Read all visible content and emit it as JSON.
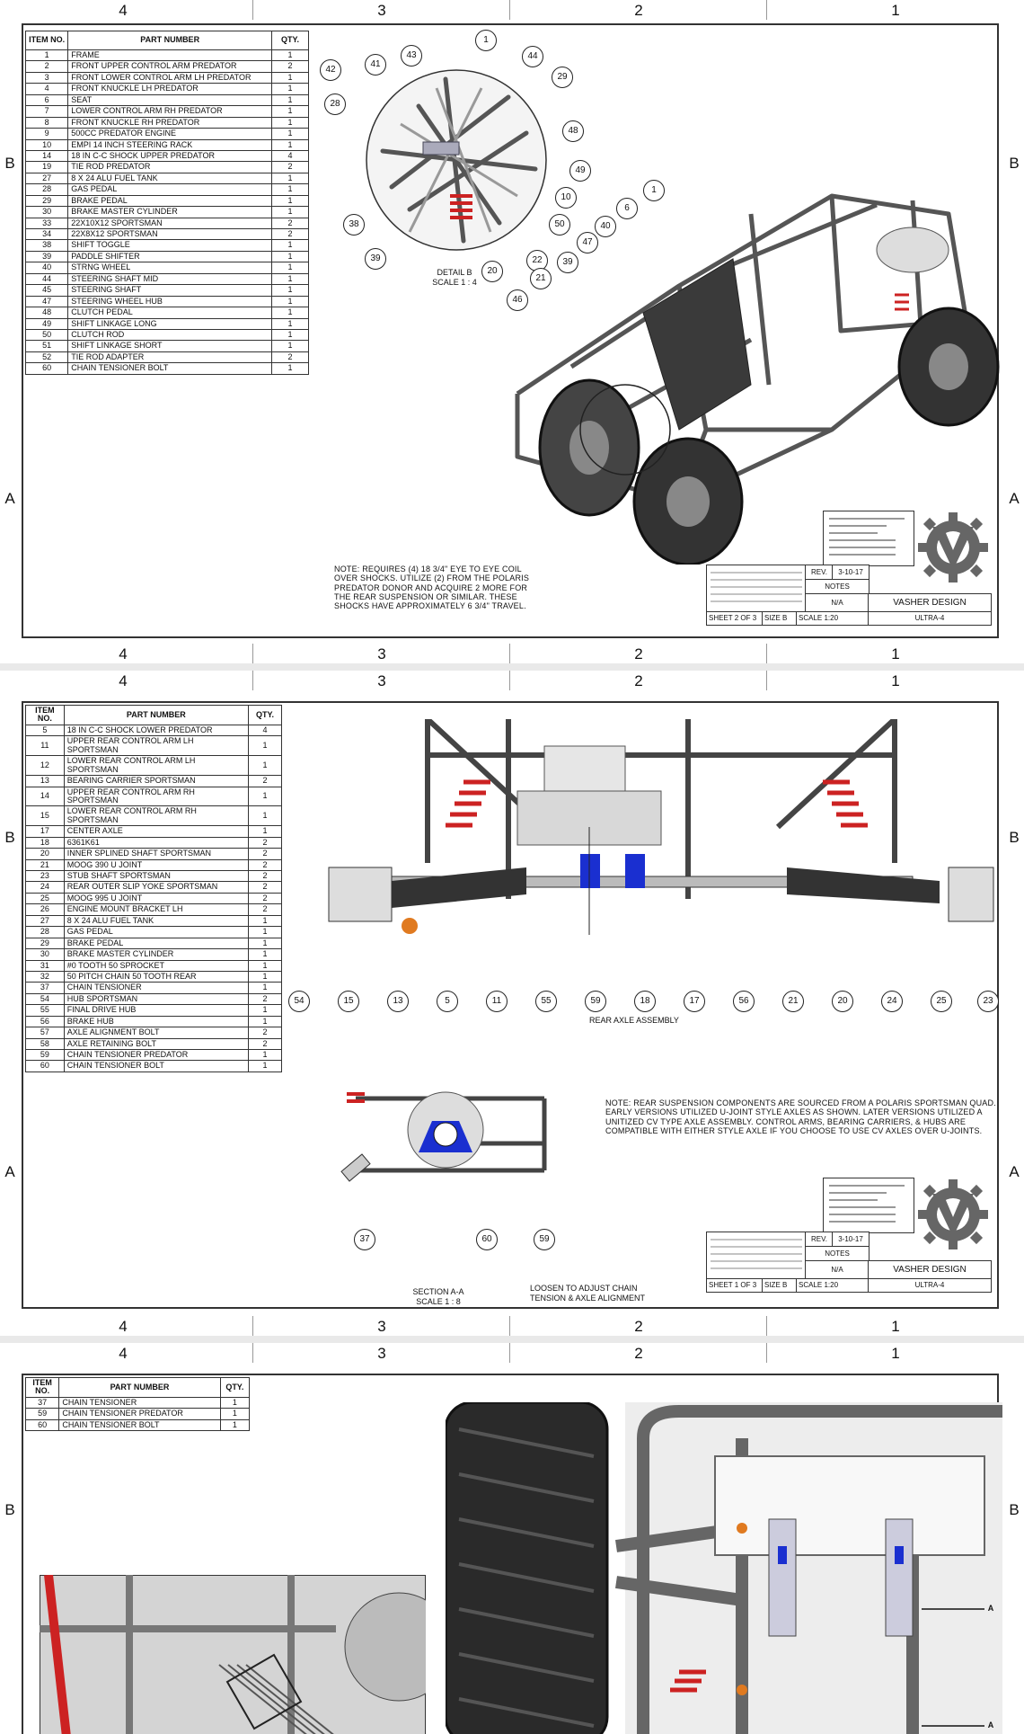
{
  "zones": {
    "columns": [
      "4",
      "3",
      "2",
      "1"
    ],
    "rows_upper": "B",
    "rows_lower": "A"
  },
  "sheet1": {
    "bom_headers": [
      "ITEM NO.",
      "PART NUMBER",
      "QTY."
    ],
    "bom_rows": [
      [
        "1",
        "FRAME",
        "1"
      ],
      [
        "2",
        "FRONT UPPER CONTROL ARM PREDATOR",
        "2"
      ],
      [
        "3",
        "FRONT LOWER CONTROL ARM LH PREDATOR",
        "1"
      ],
      [
        "4",
        "FRONT KNUCKLE LH PREDATOR",
        "1"
      ],
      [
        "6",
        "SEAT",
        "1"
      ],
      [
        "7",
        "LOWER CONTROL ARM RH PREDATOR",
        "1"
      ],
      [
        "8",
        "FRONT KNUCKLE RH PREDATOR",
        "1"
      ],
      [
        "9",
        "500CC PREDATOR ENGINE",
        "1"
      ],
      [
        "10",
        "EMPI 14 INCH STEERING RACK",
        "1"
      ],
      [
        "14",
        "18 IN C-C SHOCK UPPER PREDATOR",
        "4"
      ],
      [
        "19",
        "TIE ROD PREDATOR",
        "2"
      ],
      [
        "27",
        "8 X 24 ALU FUEL TANK",
        "1"
      ],
      [
        "28",
        "GAS PEDAL",
        "1"
      ],
      [
        "29",
        "BRAKE PEDAL",
        "1"
      ],
      [
        "30",
        "BRAKE MASTER CYLINDER",
        "1"
      ],
      [
        "33",
        "22X10X12 SPORTSMAN",
        "2"
      ],
      [
        "34",
        "22X8X12 SPORTSMAN",
        "2"
      ],
      [
        "38",
        "SHIFT TOGGLE",
        "1"
      ],
      [
        "39",
        "PADDLE SHIFTER",
        "1"
      ],
      [
        "40",
        "STRNG WHEEL",
        "1"
      ],
      [
        "44",
        "STEERING SHAFT MID",
        "1"
      ],
      [
        "45",
        "STEERING SHAFT",
        "1"
      ],
      [
        "47",
        "STEERING WHEEL HUB",
        "1"
      ],
      [
        "48",
        "CLUTCH PEDAL",
        "1"
      ],
      [
        "49",
        "SHIFT LINKAGE LONG",
        "1"
      ],
      [
        "50",
        "CLUTCH ROD",
        "1"
      ],
      [
        "51",
        "SHIFT LINKAGE SHORT",
        "1"
      ],
      [
        "52",
        "TIE ROD ADAPTER",
        "2"
      ],
      [
        "60",
        "CHAIN TENSIONER BOLT",
        "1"
      ]
    ],
    "detail_balloons": [
      "1",
      "41",
      "42",
      "43",
      "44",
      "28",
      "29",
      "48",
      "49",
      "10",
      "50",
      "38",
      "39",
      "20",
      "22"
    ],
    "main_balloons": [
      "1",
      "6",
      "40",
      "47",
      "39",
      "21",
      "46"
    ],
    "detail_caption": "DETAIL B\nSCALE 1 : 4",
    "note": "NOTE: REQUIRES (4) 18 3/4\" EYE TO EYE COIL OVER SHOCKS. UTILIZE (2) FROM THE POLARIS PREDATOR DONOR AND ACQUIRE 2 MORE FOR THE REAR SUSPENSION OR SIMILAR. THESE SHOCKS HAVE APPROXIMATELY 6 3/4\" TRAVEL.",
    "titleblock": {
      "rev_label": "REV.",
      "rev_date": "3-10-17",
      "notes_label": "NOTES",
      "company": "VASHER DESIGN",
      "sheet": "SHEET 2 OF 3",
      "size": "SIZE B",
      "scale": "SCALE 1:20",
      "part": "ULTRA-4",
      "weight": "N/A"
    }
  },
  "sheet2": {
    "bom_headers": [
      "ITEM NO.",
      "PART NUMBER",
      "QTY."
    ],
    "bom_rows": [
      [
        "5",
        "18 IN C-C SHOCK LOWER PREDATOR",
        "4"
      ],
      [
        "11",
        "UPPER REAR CONTROL ARM LH SPORTSMAN",
        "1"
      ],
      [
        "12",
        "LOWER REAR CONTROL ARM LH SPORTSMAN",
        "1"
      ],
      [
        "13",
        "BEARING CARRIER SPORTSMAN",
        "2"
      ],
      [
        "14",
        "UPPER REAR CONTROL ARM RH SPORTSMAN",
        "1"
      ],
      [
        "15",
        "LOWER REAR CONTROL ARM RH SPORTSMAN",
        "1"
      ],
      [
        "17",
        "CENTER AXLE",
        "1"
      ],
      [
        "18",
        "6361K61",
        "2"
      ],
      [
        "20",
        "INNER SPLINED SHAFT SPORTSMAN",
        "2"
      ],
      [
        "21",
        "MOOG 390 U JOINT",
        "2"
      ],
      [
        "23",
        "STUB SHAFT SPORTSMAN",
        "2"
      ],
      [
        "24",
        "REAR OUTER SLIP YOKE SPORTSMAN",
        "2"
      ],
      [
        "25",
        "MOOG 995 U JOINT",
        "2"
      ],
      [
        "26",
        "ENGINE MOUNT BRACKET LH",
        "2"
      ],
      [
        "27",
        "8 X 24 ALU FUEL TANK",
        "1"
      ],
      [
        "28",
        "GAS PEDAL",
        "1"
      ],
      [
        "29",
        "BRAKE PEDAL",
        "1"
      ],
      [
        "30",
        "BRAKE MASTER CYLINDER",
        "1"
      ],
      [
        "31",
        "#0 TOOTH 50 SPROCKET",
        "1"
      ],
      [
        "32",
        "50 PITCH CHAIN 50 TOOTH REAR",
        "1"
      ],
      [
        "37",
        "CHAIN TENSIONER",
        "1"
      ],
      [
        "54",
        "HUB SPORTSMAN",
        "2"
      ],
      [
        "55",
        "FINAL DRIVE HUB",
        "1"
      ],
      [
        "56",
        "BRAKE HUB",
        "1"
      ],
      [
        "57",
        "AXLE ALIGNMENT BOLT",
        "2"
      ],
      [
        "58",
        "AXLE RETAINING BOLT",
        "2"
      ],
      [
        "59",
        "CHAIN TENSIONER PREDATOR",
        "1"
      ],
      [
        "60",
        "CHAIN TENSIONER BOLT",
        "1"
      ]
    ],
    "axle_balloons": [
      "54",
      "15",
      "13",
      "5",
      "11",
      "55",
      "59",
      "18",
      "17",
      "56",
      "21",
      "20",
      "24",
      "25",
      "23"
    ],
    "axle_caption": "REAR AXLE ASSEMBLY",
    "section_balloons": [
      "37",
      "60",
      "59"
    ],
    "section_caption": "SECTION A-A\nSCALE 1 : 8",
    "callout": "LOOSEN TO ADJUST CHAIN TENSION & AXLE ALIGNMENT",
    "note": "NOTE: REAR SUSPENSION COMPONENTS ARE SOURCED FROM A POLARIS SPORTSMAN QUAD. EARLY VERSIONS UTILIZED U-JOINT STYLE AXLES AS SHOWN. LATER VERSIONS UTILIZED A UNITIZED CV TYPE AXLE ASSEMBLY. CONTROL ARMS, BEARING CARRIERS, & HUBS ARE COMPATIBLE WITH EITHER STYLE AXLE IF YOU CHOOSE TO USE CV AXLES OVER U-JOINTS.",
    "titleblock": {
      "rev_label": "REV.",
      "rev_date": "3-10-17",
      "notes_label": "NOTES",
      "company": "VASHER DESIGN",
      "sheet": "SHEET 1 OF 3",
      "size": "SIZE B",
      "scale": "SCALE 1:20",
      "part": "ULTRA-4",
      "weight": "N/A"
    }
  },
  "sheet3": {
    "bom_headers": [
      "ITEM NO.",
      "PART NUMBER",
      "QTY."
    ],
    "bom_rows": [
      [
        "37",
        "CHAIN TENSIONER",
        "1"
      ],
      [
        "59",
        "CHAIN TENSIONER PREDATOR",
        "1"
      ],
      [
        "60",
        "CHAIN TENSIONER BOLT",
        "1"
      ]
    ],
    "section_marker": "A"
  }
}
